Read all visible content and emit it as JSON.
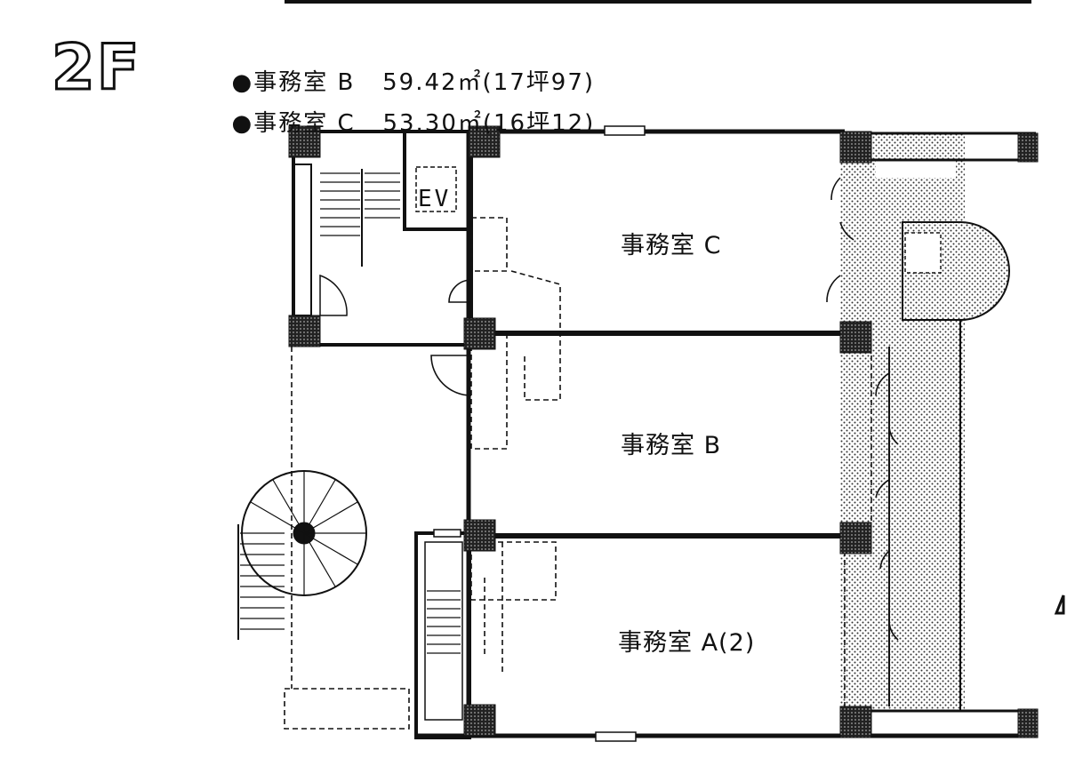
{
  "floor": "2F",
  "legend": [
    {
      "bullet": "●",
      "name": "事務室 B",
      "area": "59.42㎡(17坪97)"
    },
    {
      "bullet": "●",
      "name": "事務室 C",
      "area": "53.30㎡(16坪12)"
    }
  ],
  "rooms": {
    "office_c": "事務室 C",
    "office_b": "事務室 B",
    "office_a": "事務室 A(2)",
    "elevator": "EV"
  },
  "colors": {
    "ink": "#111111",
    "paper": "#ffffff"
  }
}
